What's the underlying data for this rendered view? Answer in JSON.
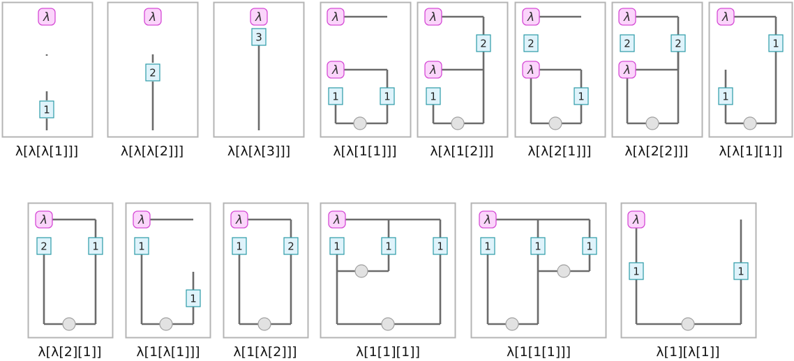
{
  "colors": {
    "frame": "#b4b4b4",
    "wire": "#6b6b6b",
    "lambda_fill": "#fbd5fb",
    "lambda_stroke": "#d54ad5",
    "lambda_text": "#333333",
    "num_fill": "#dff3fb",
    "num_stroke": "#2b9aa6",
    "num_text": "#222222",
    "node_fill": "#e2e2e2",
    "node_stroke": "#a0a0a0",
    "caption_text": "#111111"
  },
  "symbols": {
    "lambda": "λ"
  },
  "panels": [
    {
      "caption": "λ[λ[λ[1]]]",
      "lambdas": 1,
      "numbers": [
        "1"
      ]
    },
    {
      "caption": "λ[λ[λ[2]]]",
      "lambdas": 1,
      "numbers": [
        "2"
      ]
    },
    {
      "caption": "λ[λ[λ[3]]]",
      "lambdas": 1,
      "numbers": [
        "3"
      ]
    },
    {
      "caption": "λ[λ[1[1]]]",
      "lambdas": 2,
      "numbers": [
        "1",
        "1"
      ]
    },
    {
      "caption": "λ[λ[1[2]]]",
      "lambdas": 2,
      "numbers": [
        "2",
        "1"
      ]
    },
    {
      "caption": "λ[λ[2[1]]]",
      "lambdas": 2,
      "numbers": [
        "2",
        "1"
      ]
    },
    {
      "caption": "λ[λ[2[2]]]",
      "lambdas": 2,
      "numbers": [
        "2",
        "2"
      ]
    },
    {
      "caption": "λ[λ[1][1]]",
      "lambdas": 1,
      "numbers": [
        "1",
        "1"
      ]
    },
    {
      "caption": "λ[λ[2][1]]",
      "lambdas": 1,
      "numbers": [
        "2",
        "1"
      ]
    },
    {
      "caption": "λ[1[λ[1]]]",
      "lambdas": 1,
      "numbers": [
        "1",
        "1"
      ]
    },
    {
      "caption": "λ[1[λ[2]]]",
      "lambdas": 1,
      "numbers": [
        "1",
        "2"
      ]
    },
    {
      "caption": "λ[1[1][1]]",
      "lambdas": 1,
      "numbers": [
        "1",
        "1",
        "1"
      ]
    },
    {
      "caption": "λ[1[1[1]]]",
      "lambdas": 1,
      "numbers": [
        "1",
        "1",
        "1"
      ]
    },
    {
      "caption": "λ[1][λ[1]]",
      "lambdas": 1,
      "numbers": [
        "1",
        "1"
      ]
    }
  ]
}
